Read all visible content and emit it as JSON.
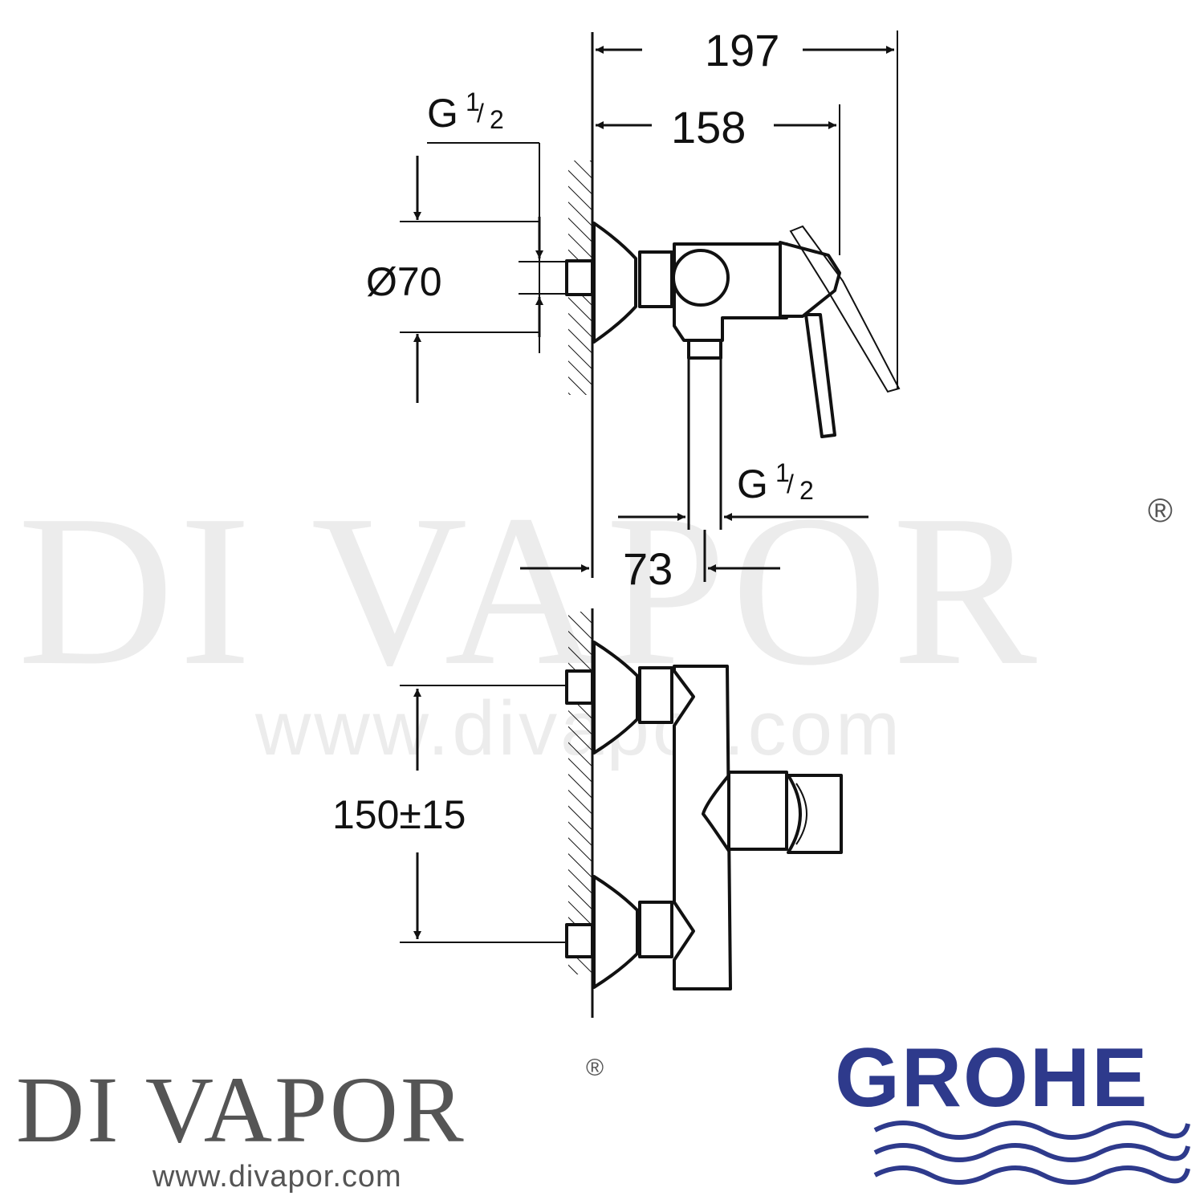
{
  "watermark": {
    "name": "DI VAPOR",
    "registered": "®",
    "url": "www.divapor.com"
  },
  "dimensions": {
    "overall_depth": "197",
    "handle_depth": "158",
    "outlet_thread": {
      "prefix": "G",
      "num": "1",
      "den": "2"
    },
    "inlet_thread": {
      "prefix": "G",
      "num": "1",
      "den": "2"
    },
    "escutcheon_diameter": "Ø70",
    "outlet_offset": "73",
    "inlet_centres": "150±15"
  },
  "footer": {
    "brand_name": "DI VAPOR",
    "brand_registered": "®",
    "brand_url": "www.divapor.com",
    "manufacturer_logo": "GROHE"
  },
  "colors": {
    "line": "#111111",
    "watermark": "#ececec",
    "brand_grey": "#555555",
    "grohe_blue": "#2e3a8c"
  }
}
